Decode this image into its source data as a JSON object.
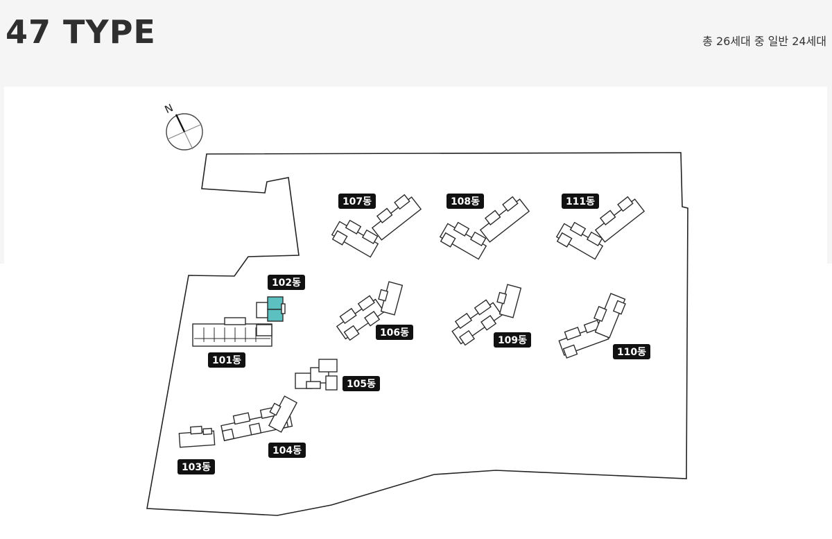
{
  "header": {
    "title": "47 TYPE",
    "summary": "총 26세대 중 일반 24세대"
  },
  "compass": {
    "north_label": "N"
  },
  "buildings": [
    {
      "id": "101",
      "label": "101동"
    },
    {
      "id": "102",
      "label": "102동",
      "highlighted": true
    },
    {
      "id": "103",
      "label": "103동"
    },
    {
      "id": "104",
      "label": "104동"
    },
    {
      "id": "105",
      "label": "105동"
    },
    {
      "id": "106",
      "label": "106동"
    },
    {
      "id": "107",
      "label": "107동"
    },
    {
      "id": "108",
      "label": "108동"
    },
    {
      "id": "109",
      "label": "109동"
    },
    {
      "id": "110",
      "label": "110동"
    },
    {
      "id": "111",
      "label": "111동"
    }
  ],
  "colors": {
    "highlight": "#5cc0c0",
    "label_background": "#111111",
    "label_text": "#ffffff",
    "header_background": "#f5f5f5"
  }
}
